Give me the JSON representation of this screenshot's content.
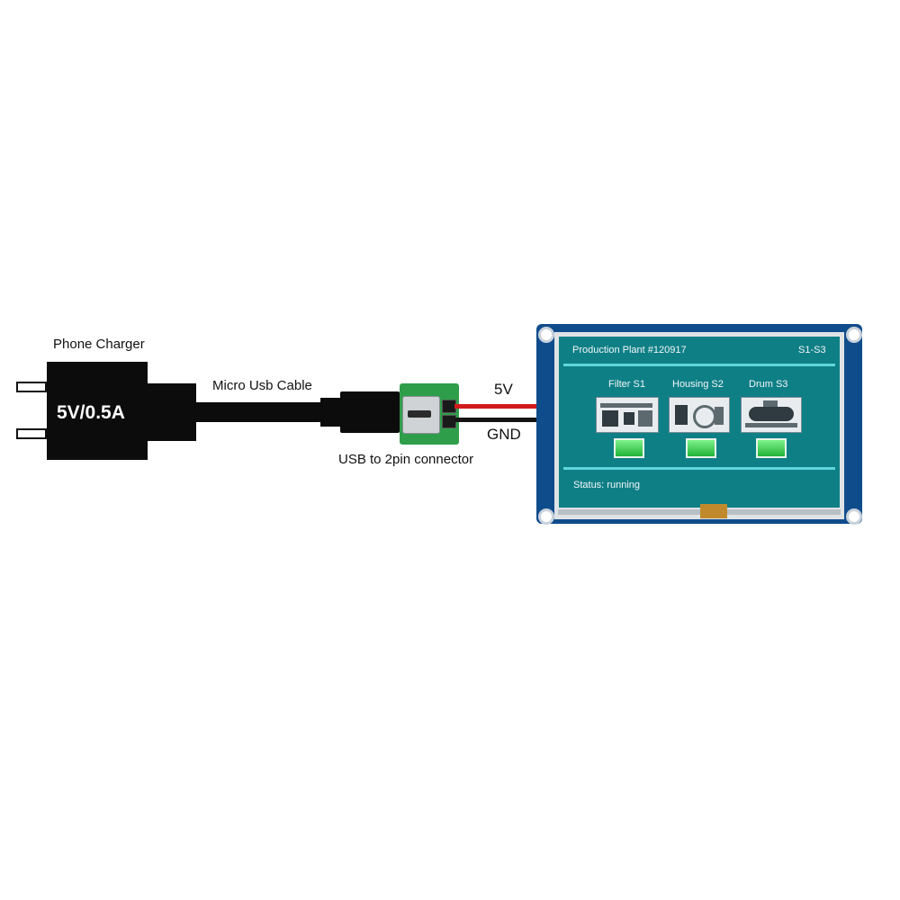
{
  "labels": {
    "phone_charger": "Phone Charger",
    "charger_rating": "5V/0.5A",
    "micro_usb_cable": "Micro Usb Cable",
    "usb_connector": "USB to 2pin connector",
    "wire_5v": "5V",
    "wire_gnd": "GND"
  },
  "display": {
    "title": "Production Plant #120917",
    "range": "S1-S3",
    "stations": [
      {
        "label": "Filter S1"
      },
      {
        "label": "Housing S2"
      },
      {
        "label": "Drum S3"
      }
    ],
    "status": "Status: running"
  },
  "colors": {
    "wire_5v": "#d21a1a",
    "wire_gnd": "#141414",
    "module_board": "#0f4c8c",
    "screen_bg": "#0f7f86",
    "status_button": "#22b33a"
  }
}
